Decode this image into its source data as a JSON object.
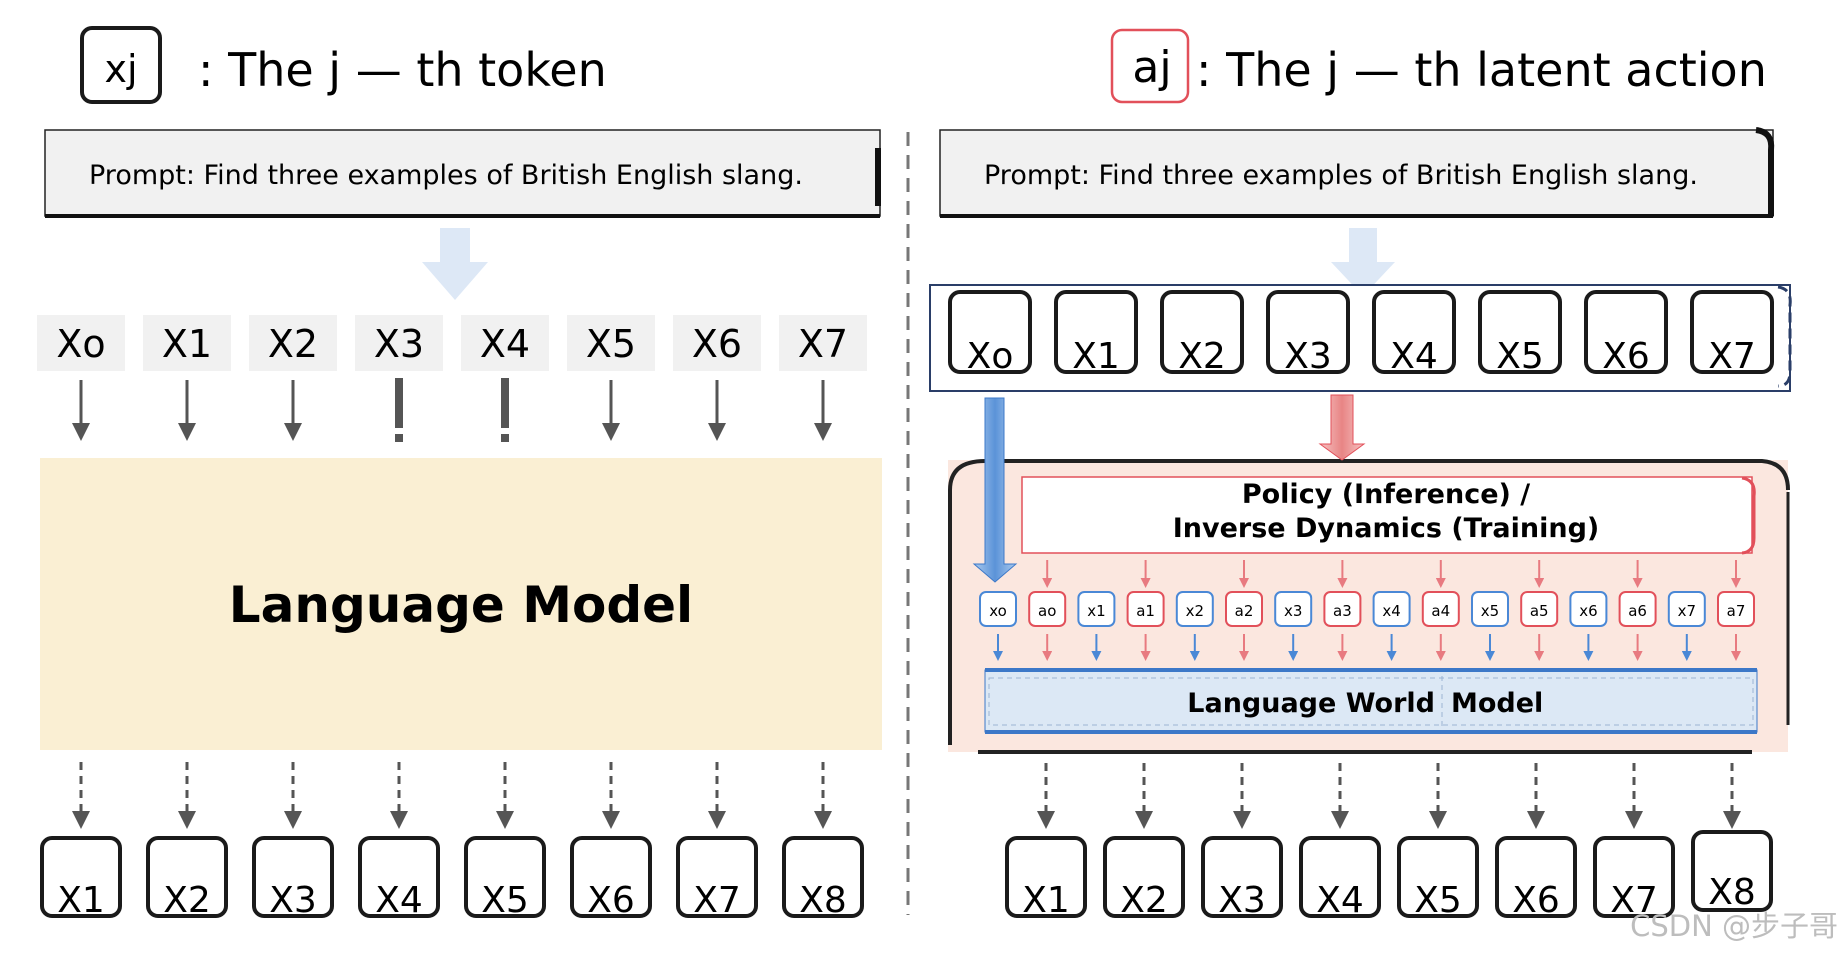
{
  "legend": {
    "token_symbol": "xj",
    "token_desc": ": The j — th token",
    "action_symbol": "aj",
    "action_desc": ": The j — th  latent action"
  },
  "left": {
    "prompt": "Prompt:  Find three examples of British  English slang.",
    "inputs": [
      "Xo",
      "X1",
      "X2",
      "X3",
      "X4",
      "X5",
      "X6",
      "X7"
    ],
    "model_label": "Language  Model",
    "outputs": [
      "X1",
      "X2",
      "X3",
      "X4",
      "X5",
      "X6",
      "X7",
      "X8"
    ]
  },
  "right": {
    "prompt": "Prompt:  Find three examples of British  English slang.",
    "inputs": [
      "Xo",
      "X1",
      "X2",
      "X3",
      "X4",
      "X5",
      "X6",
      "X7"
    ],
    "policy_line1": "Policy  (Inference) /",
    "policy_line2": "Inverse Dynamics  (Training)",
    "interleaved": [
      "xo",
      "ao",
      "x1",
      "a1",
      "x2",
      "a2",
      "x3",
      "a3",
      "x4",
      "a4",
      "x5",
      "a5",
      "x6",
      "a6",
      "x7",
      "a7"
    ],
    "world_model_part1": "Language World",
    "world_model_part2": "Model",
    "outputs": [
      "X1",
      "X2",
      "X3",
      "X4",
      "X5",
      "X6",
      "X7",
      "X8"
    ]
  },
  "watermark": "CSDN @步子哥",
  "colors": {
    "token_border": "#1a1a1a",
    "action_border": "#e2505a",
    "lm_fill": "#faefd3",
    "container_fill": "#fbe7df",
    "world_fill": "#dce8f5",
    "world_border": "#3c78c8",
    "blue_arrow": "#4a88d6",
    "red_arrow": "#e87a80"
  }
}
